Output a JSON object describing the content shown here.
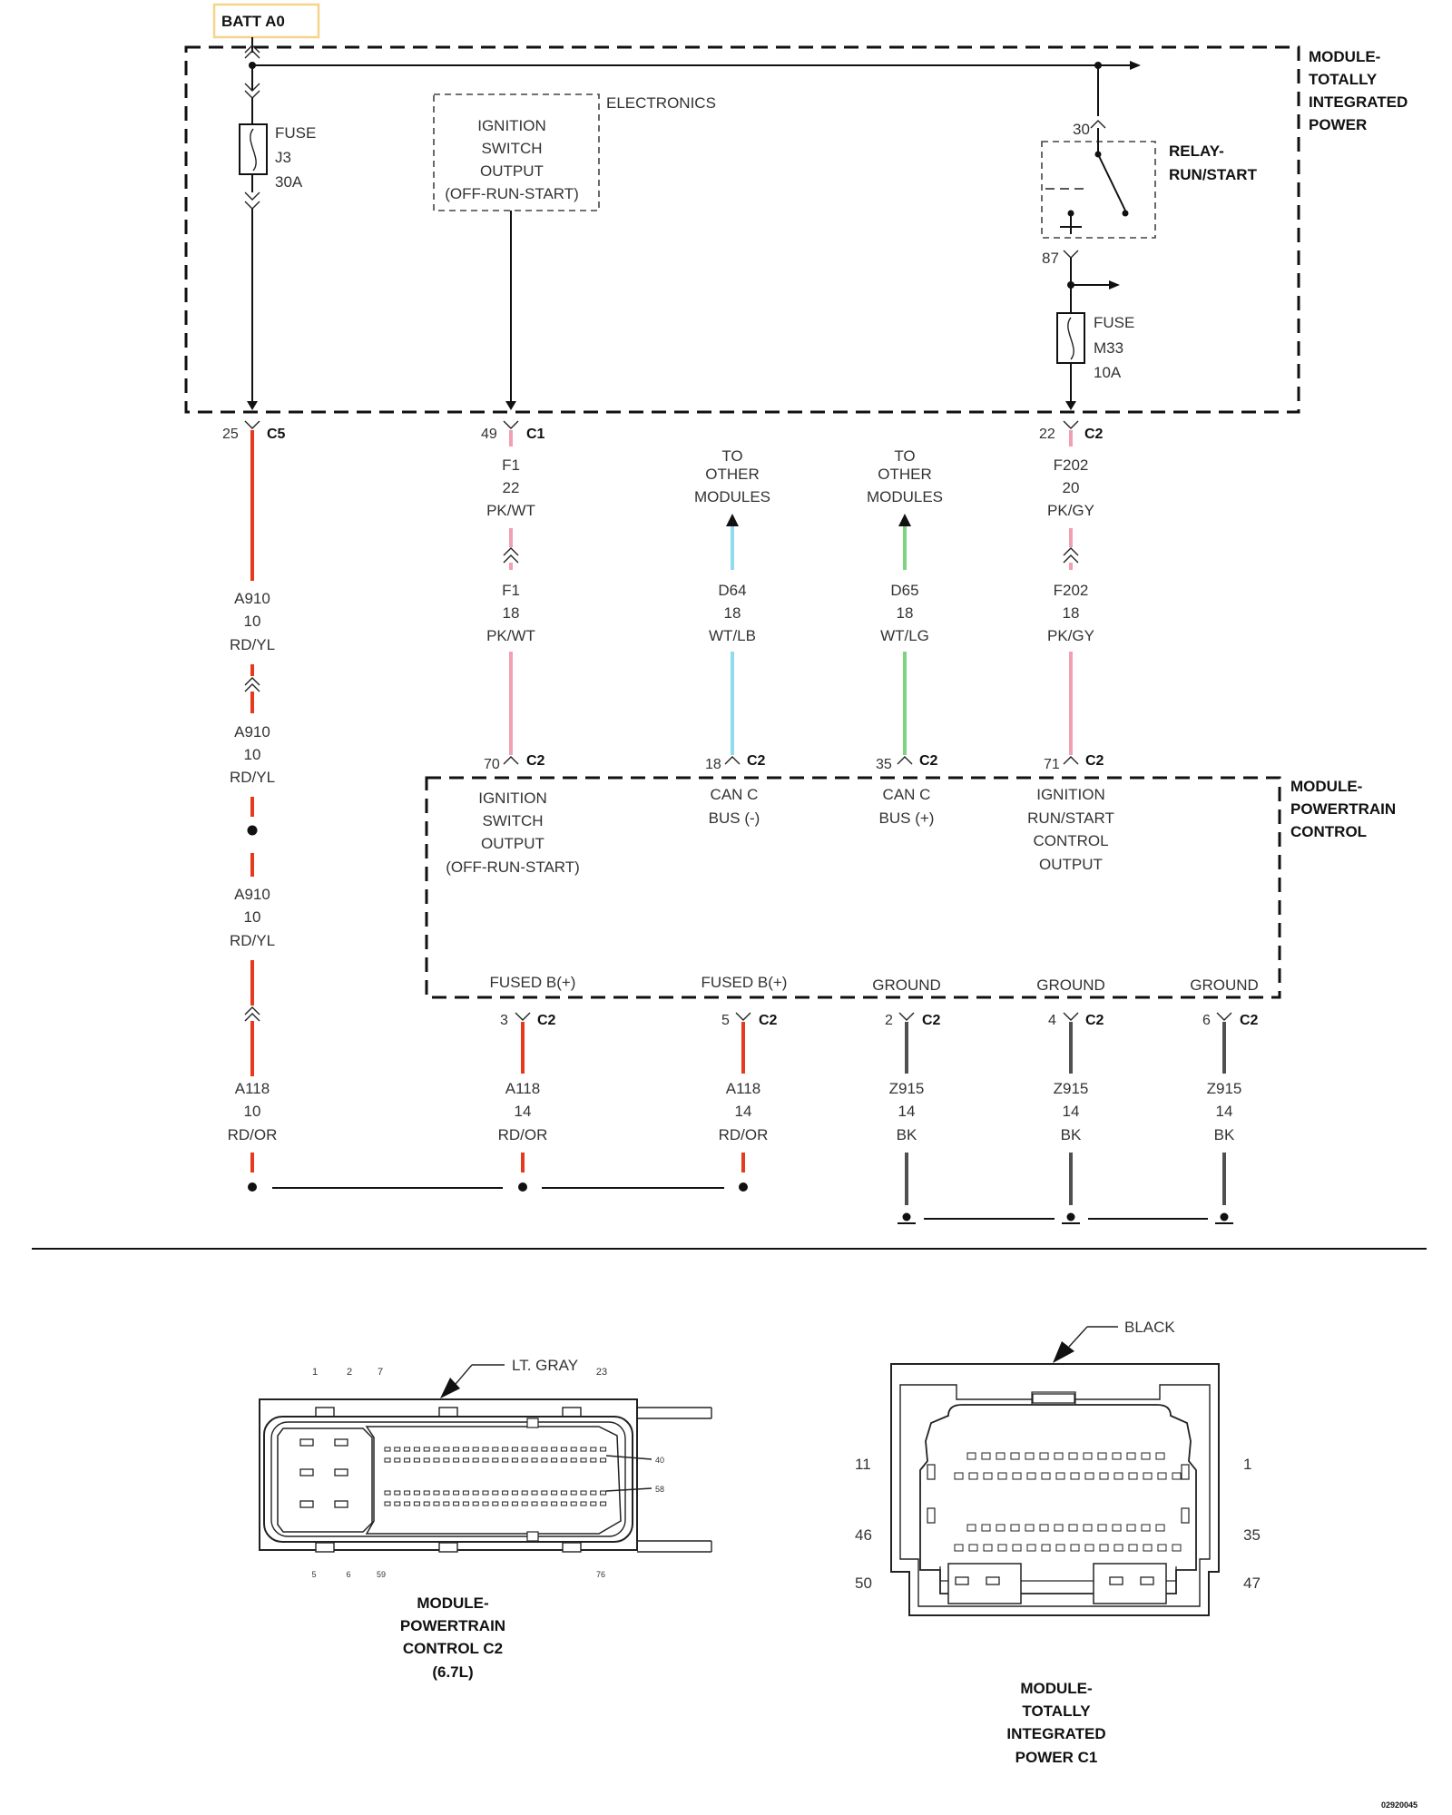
{
  "batt_label": "BATT A0",
  "tipm": {
    "name_lines": [
      "MODULE-",
      "TOTALLY",
      "INTEGRATED",
      "POWER"
    ],
    "fuse_j3": [
      "FUSE",
      "J3",
      "30A"
    ],
    "electronics": "ELECTRONICS",
    "ign_lines": [
      "IGNITION",
      "SWITCH",
      "OUTPUT",
      "(OFF-RUN-START)"
    ],
    "relay_lines": [
      "RELAY-",
      "RUN/START"
    ],
    "relay_pin_30": "30",
    "relay_pin_87": "87",
    "fuse_m33": [
      "FUSE",
      "M33",
      "10A"
    ]
  },
  "connectors": {
    "c5": "C5",
    "c1": "C1",
    "c2": "C2",
    "pin_25": "25",
    "pin_49": "49",
    "pin_22": "22",
    "pin_70": "70",
    "pin_18": "18",
    "pin_35": "35",
    "pin_71": "71",
    "pin_3": "3",
    "pin_5": "5",
    "pin_2": "2",
    "pin_4": "4",
    "pin_6": "6"
  },
  "wires": {
    "a910_a": [
      "A910",
      "10",
      "RD/YL"
    ],
    "a910_b": [
      "A910",
      "10",
      "RD/YL"
    ],
    "a910_c": [
      "A910",
      "10",
      "RD/YL"
    ],
    "f1_22": [
      "F1",
      "22",
      "PK/WT"
    ],
    "f1_18": [
      "F1",
      "18",
      "PK/WT"
    ],
    "to_other_1": [
      "TO",
      "OTHER",
      "MODULES"
    ],
    "to_other_2": [
      "TO",
      "OTHER",
      "MODULES"
    ],
    "d64": [
      "D64",
      "18",
      "WT/LB"
    ],
    "d65": [
      "D65",
      "18",
      "WT/LG"
    ],
    "f202_20": [
      "F202",
      "20",
      "PK/GY"
    ],
    "f202_18": [
      "F202",
      "18",
      "PK/GY"
    ],
    "a118_left": [
      "A118",
      "10",
      "RD/OR"
    ],
    "a118_mid": [
      "A118",
      "14",
      "RD/OR"
    ],
    "a118_right": [
      "A118",
      "14",
      "RD/OR"
    ],
    "z915_a": [
      "Z915",
      "14",
      "BK"
    ],
    "z915_b": [
      "Z915",
      "14",
      "BK"
    ],
    "z915_c": [
      "Z915",
      "14",
      "BK"
    ]
  },
  "pcm": {
    "name_lines": [
      "MODULE-",
      "POWERTRAIN",
      "CONTROL"
    ],
    "ign_lines": [
      "IGNITION",
      "SWITCH",
      "OUTPUT",
      "(OFF-RUN-START)"
    ],
    "can_minus": [
      "CAN C",
      "BUS (-)"
    ],
    "can_plus": [
      "CAN C",
      "BUS (+)"
    ],
    "ign_run_lines": [
      "IGNITION",
      "RUN/START",
      "CONTROL",
      "OUTPUT"
    ],
    "fused_b": "FUSED B(+)",
    "ground": "GROUND"
  },
  "pcm_view": {
    "color_label": "LT. GRAY",
    "top_pins": [
      "1",
      "2",
      "7",
      "23"
    ],
    "bottom_pins": [
      "5",
      "6",
      "59",
      "76"
    ],
    "right_pins": [
      "40",
      "58"
    ],
    "caption_lines": [
      "MODULE-",
      "POWERTRAIN",
      "CONTROL C2",
      "(6.7L)"
    ]
  },
  "tipm_view": {
    "color_label": "BLACK",
    "left_pins": [
      "11",
      "46",
      "50"
    ],
    "right_pins": [
      "1",
      "35",
      "47"
    ],
    "caption_lines": [
      "MODULE-",
      "TOTALLY",
      "INTEGRATED",
      "POWER C1"
    ]
  },
  "doc_number": "02920045",
  "colors": {
    "red": "#e53a1e",
    "pink": "#f0a0b0",
    "blue": "#8fdcee",
    "green": "#7ed47e",
    "black_wire": "#505050",
    "batt_border": "#f5d48a"
  }
}
